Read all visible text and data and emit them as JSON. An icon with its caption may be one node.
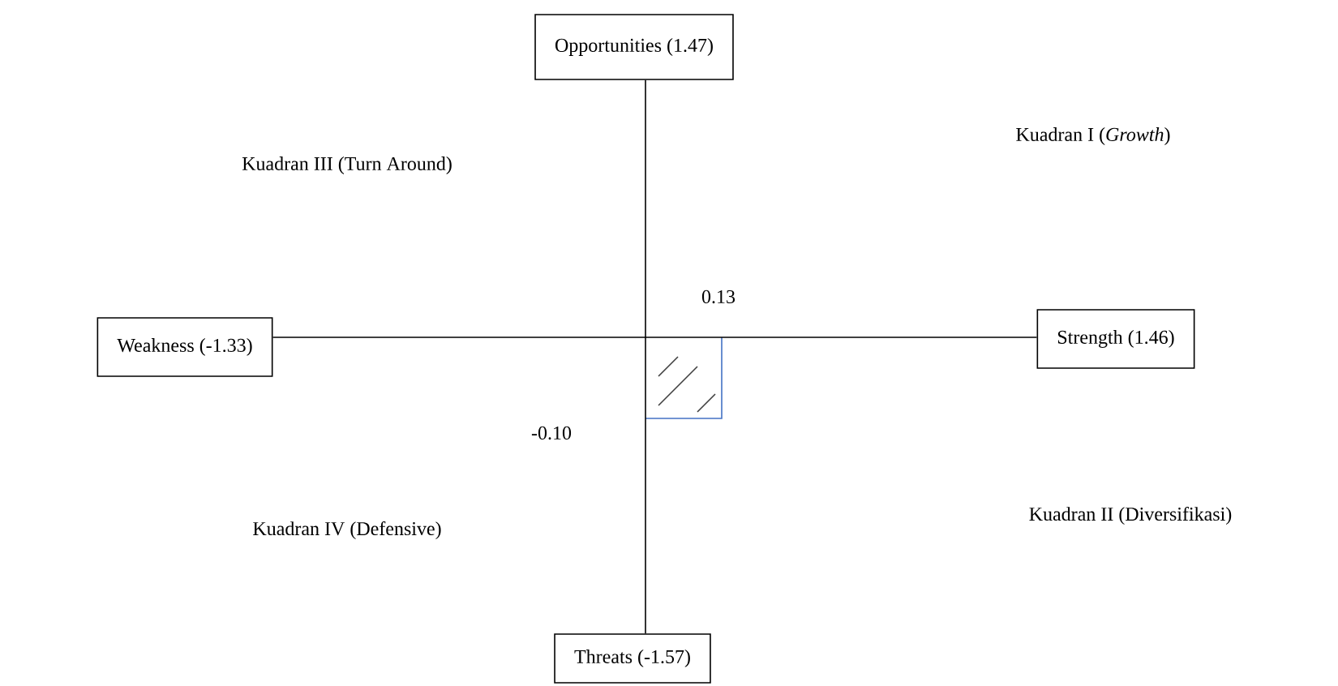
{
  "diagram": {
    "nodes": [
      {
        "text": [
          "Opportunities (1.47)"
        ]
      },
      {
        "text": [
          "Weakness (-1.33)"
        ]
      },
      {
        "text": [
          "Strength (1.46)"
        ]
      },
      {
        "text": [
          "Threats (-1.57)"
        ]
      }
    ],
    "edges": [
      {
        "from": 0,
        "to": 3,
        "arrow": "none"
      },
      {
        "from": 1,
        "to": 2,
        "arrow": "none"
      }
    ],
    "labels": [
      "Kuadran III (Turn Around)",
      "Kuadran I (*Growth*)",
      "0.13",
      "-0.10",
      "Kuadran IV (Defensive)",
      "Kuadran II (Diversifikasi)"
    ]
  }
}
